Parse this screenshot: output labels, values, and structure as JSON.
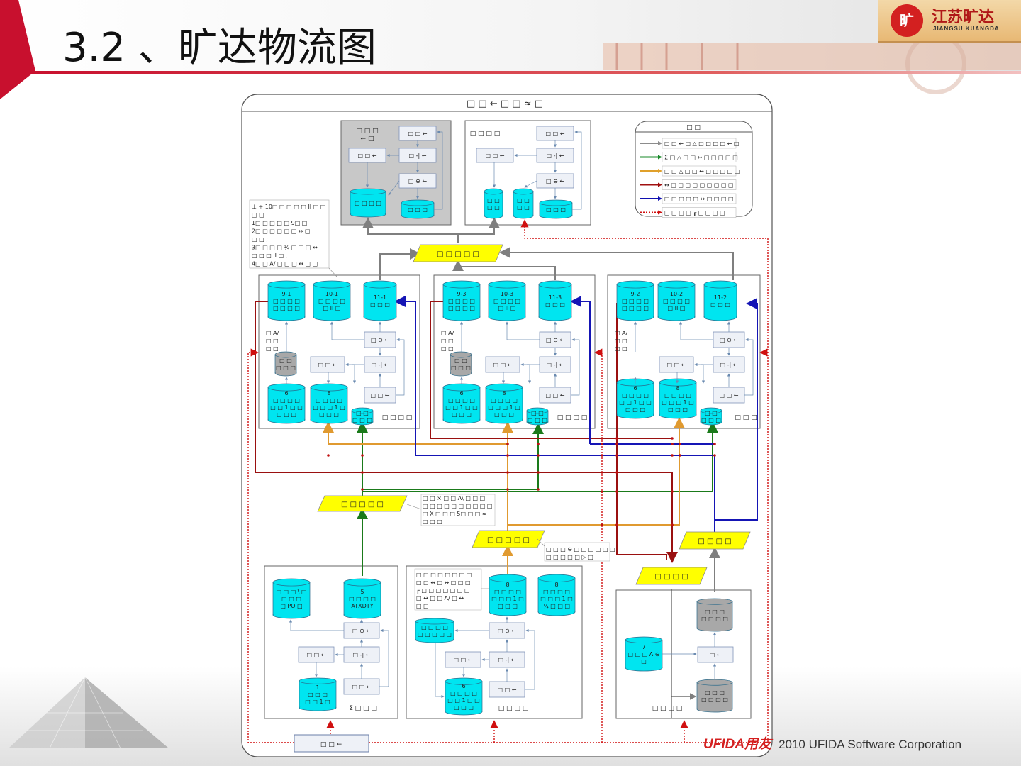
{
  "slide": {
    "title": "3.2 、旷达物流图",
    "logo_mark": "旷",
    "logo_cn": "江苏旷达",
    "logo_en": "JIANGSU KUANGDA",
    "footer_brand": "UFIDA用友",
    "footer_copy": "2010 UFIDA Software Corporation"
  },
  "diagram": {
    "header": "□ □ ←   □ □ ≈ □",
    "legend_title": "□ □",
    "legend": [
      {
        "label": "□ □ ← □ △ □ □ □ □ ← □",
        "color": "#8c8c8c"
      },
      {
        "label": "Σ □ △ □ □ ↔ □ □ □ □ □",
        "color": "#1a8a2a"
      },
      {
        "label": "□ □ △ □ □ ↔ □ □ □ □ □",
        "color": "#e0a02a"
      },
      {
        "label": "↔ □ □ □ □ □ □ □ □   □",
        "color": "#a01010"
      },
      {
        "label": "□ □   □ □ □ ↔ □ □ □ □",
        "color": "#1010b0"
      },
      {
        "label": "□ □ □ □ ┎ □ □ □ □",
        "color": "#d01010"
      }
    ],
    "note_left": [
      "⊥ ÷ 10□ □ □ □ □ II □ □",
      "□ □",
      "1□ □   □ □ □ 9□ □",
      "2□ □ □ □ □ □ ↔ □",
      "□ □ ;",
      "3□ □ □ □ ¼ □ □ □ ↔",
      "□ □ □ II □ ;",
      "4□ □ A/ □ □ □ ↔ □ □"
    ],
    "note_mid": [
      "□ □ × □ □ A\\ □ □ □",
      "□ □ □ □ □ □ □ □ □ □",
      "□ X □ □ □ 5□ □ □ ≈",
      "□ □ □"
    ],
    "note_right": [
      "□ □ □ ⊖ □ □ □ □ □ □",
      "□ □ □ □ □ ▷ □"
    ],
    "note_bl": [
      "□ □ □ □ □ □ □ □",
      "□ □ ↔ □ ↔ □ □ □",
      "┎ □ □ □ □ □ □ □",
      "□ ↔ □ □ A/ □ ↔",
      "□ □"
    ],
    "top_gray_label": [
      "□ □ □",
      "← □"
    ],
    "top_white_label": "□ □ □ □",
    "para_top": "□ □ □ □ □",
    "para_mid": "□ □ □ □ □",
    "para_center": "□ □ □ □ □",
    "para_r1": "□ □ □ □",
    "para_r2": "□ □ □ □",
    "proc": {
      "a": "□ □ ←",
      "b": "□ -| ←",
      "c": "□ ⊖ ←",
      "d": "□ ←",
      "gray_small": [
        "□ □",
        "□ □ □"
      ]
    },
    "side_label": [
      "□ A/",
      "□ □",
      "□ □"
    ],
    "plants": [
      {
        "t1": [
          "9-1",
          "□ □ □ □",
          "□ □ □ □"
        ],
        "t2": [
          "10-1",
          "□ □ □ □",
          "□ II □"
        ],
        "t3": [
          "11-1",
          "□ □ □"
        ],
        "b1": [
          "6",
          "□ □ □ □",
          "□ □ 1 □ □",
          "□ □ □"
        ],
        "b2": [
          "8",
          "□ □ □ □",
          "□ □ □ 1 □",
          "□ □ □"
        ],
        "small": [
          "□ □",
          "□ □ □"
        ],
        "name": "□ □ □ □"
      },
      {
        "t1": [
          "9-3",
          "□ □ □ □",
          "□ □ □ □"
        ],
        "t2": [
          "10-3",
          "□ □ □ □",
          "□ II □"
        ],
        "t3": [
          "11-3",
          "□ □ □"
        ],
        "b1": [
          "6",
          "□ □ □ □",
          "□ □ 1 □ □",
          "□ □ □"
        ],
        "b2": [
          "8",
          "□ □ □ □",
          "□ □ □ 1 □",
          "□ □ □"
        ],
        "small": [
          "□ □",
          "□ □ □"
        ],
        "name": "□ □ □ □"
      },
      {
        "t1": [
          "9-2",
          "□ □ □ □",
          "□ □ □ □"
        ],
        "t2": [
          "10-2",
          "□ □ □ □",
          "□ II □"
        ],
        "t3": [
          "11-2",
          "□ □ □"
        ],
        "b1": [
          "6",
          "□ □ □ □",
          "□ □ 1 □ □",
          "□ □ □"
        ],
        "b2": [
          "8",
          "□ □ □ □",
          "□ □ □ 1 □",
          "□ □ □"
        ],
        "small": [
          "□ □",
          "□ □ □"
        ],
        "name": "□ □ □"
      }
    ],
    "top_gray_tanks": {
      "t1": "□ □ □ □",
      "t2": "□ □ □"
    },
    "top_white_tanks": {
      "t1": [
        "□ □",
        "□ □"
      ],
      "t2": [
        "□ □",
        "□ □"
      ],
      "t3": "□ □ □"
    },
    "bl": {
      "t1": [
        "□ □ □ \\ □",
        "□   □ □",
        "□ PO □"
      ],
      "t2": [
        "5",
        "□ □ □ □",
        "ATXDTY"
      ],
      "t3": [
        "1",
        "□ □ □",
        "□ □ 1 □"
      ],
      "name": "Σ □ □ □"
    },
    "bm": {
      "t1": [
        "8",
        "□ □ □ □",
        "□ □ □ 1 □",
        "□ □ □"
      ],
      "t2": [
        "8",
        "□ □ □ □",
        "□ □ □ 1 □",
        "¼ □ □ □"
      ],
      "t3": [
        "□ □ □ □",
        "□ □ □ □ □"
      ],
      "t4": [
        "6",
        "□ □ □ □",
        "□ □ 1 □ □",
        "□ □ □"
      ],
      "name": "□ □ □ □"
    },
    "br": {
      "t1": [
        "□ □ □",
        "□ □ □ □"
      ],
      "t2": [
        "7",
        "□ □ □ A ⊖",
        "□"
      ],
      "t3": [
        "□ □ □",
        "□ □ □ □"
      ],
      "name": "□ □ □ □"
    },
    "bottom_proc": "□ □ ←"
  },
  "colors": {
    "accent_red": "#c8102e",
    "tank_cyan": "#00e5f0",
    "para_yellow": "#ffff00",
    "gray_line": "#7f7f7f",
    "green_line": "#1a7a1a",
    "orange_line": "#e09a30",
    "darkred_line": "#9a1010",
    "blue_line": "#1515b5",
    "red_dotted": "#d01010"
  }
}
